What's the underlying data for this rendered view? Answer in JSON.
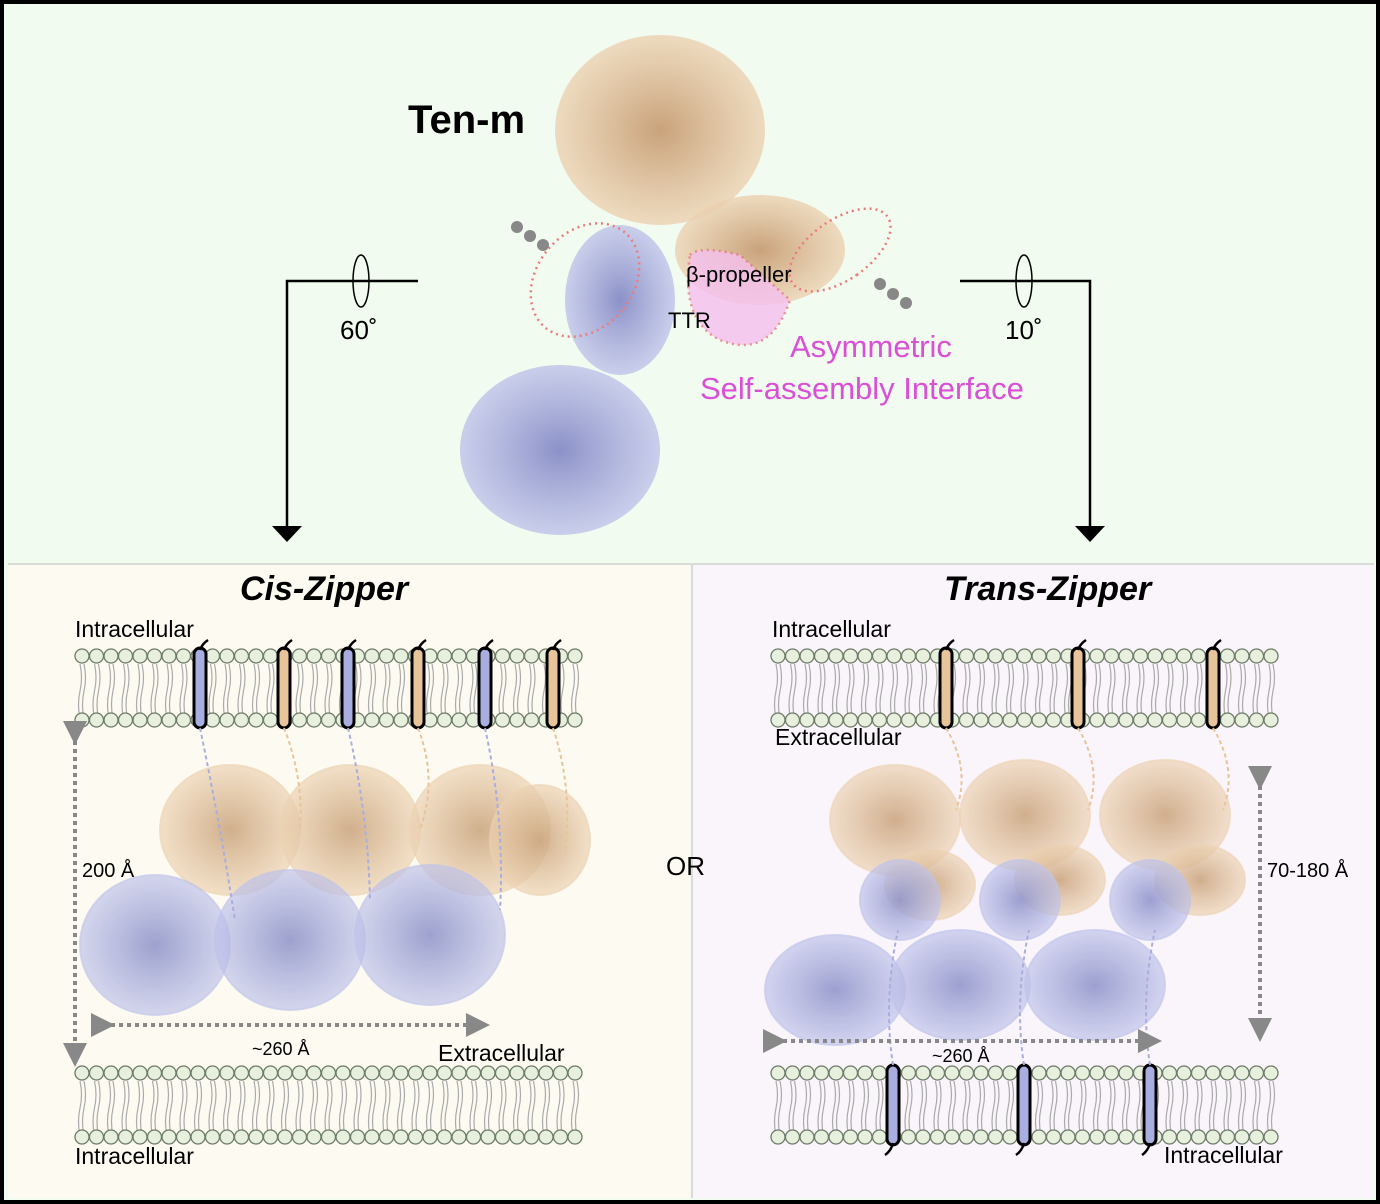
{
  "title": "Ten-m",
  "top": {
    "beta_propeller": "β-propeller",
    "ttr": "TTR",
    "interface_line1": "Asymmetric",
    "interface_line2": "Self-assembly Interface",
    "rotation_left": "60˚",
    "rotation_right": "10˚"
  },
  "cis": {
    "title": "Cis-Zipper",
    "top_label": "Intracellular",
    "bottom_inner_label": "Extracellular",
    "bottom_label": "Intracellular",
    "height_label": "200 Å",
    "width_label": "~260 Å"
  },
  "or_label": "OR",
  "trans": {
    "title": "Trans-Zipper",
    "top_label": "Intracellular",
    "top_inner_label": "Extracellular",
    "bottom_label": "Intracellular",
    "height_label": "70-180 Å",
    "width_label": "~260 Å"
  },
  "colors": {
    "orange_protein": "#e8c49a",
    "blue_protein": "#a9aee0",
    "interface": "#d94fd6",
    "top_bg": "#f2fbef",
    "cis_bg": "#fdfbf1",
    "trans_bg": "#faf4fb"
  }
}
